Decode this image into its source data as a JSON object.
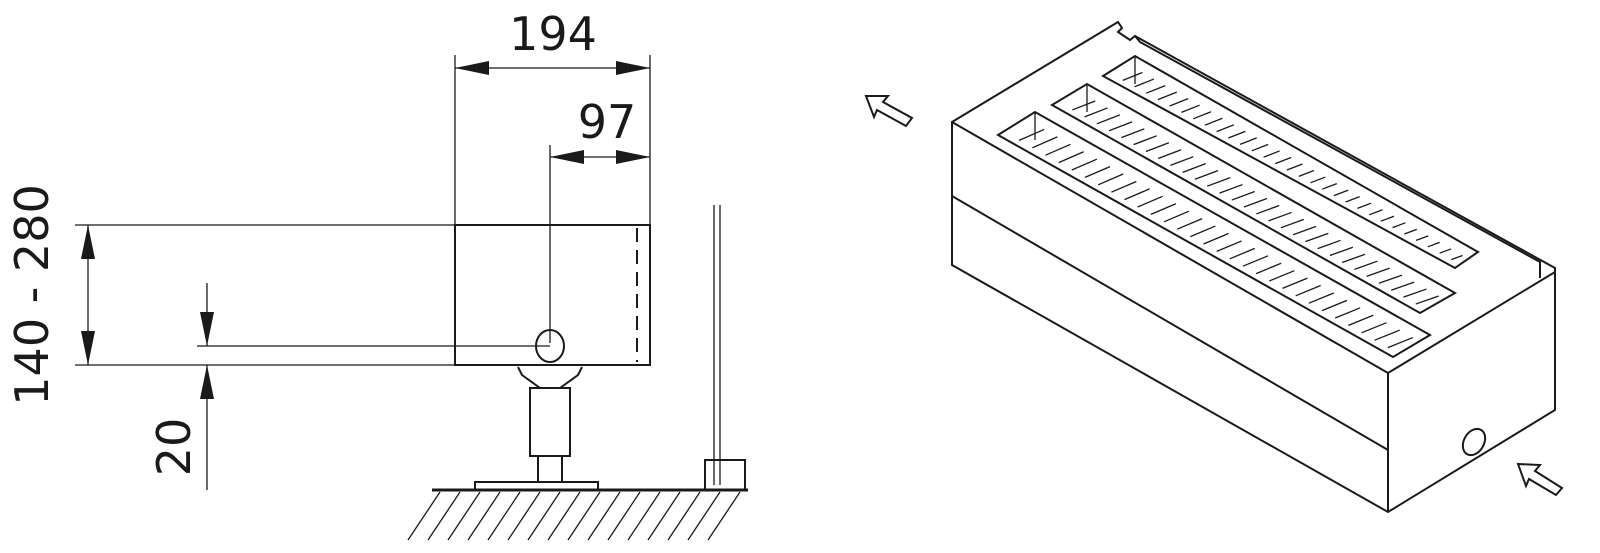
{
  "dimensions": {
    "width": "194",
    "half_width": "97",
    "height_range": "140 - 280",
    "floor_clearance": "20"
  },
  "colors": {
    "line": "#1a1a1a",
    "background": "#ffffff"
  },
  "icons": [
    "airflow-out-arrow-icon",
    "airflow-in-arrow-icon"
  ]
}
